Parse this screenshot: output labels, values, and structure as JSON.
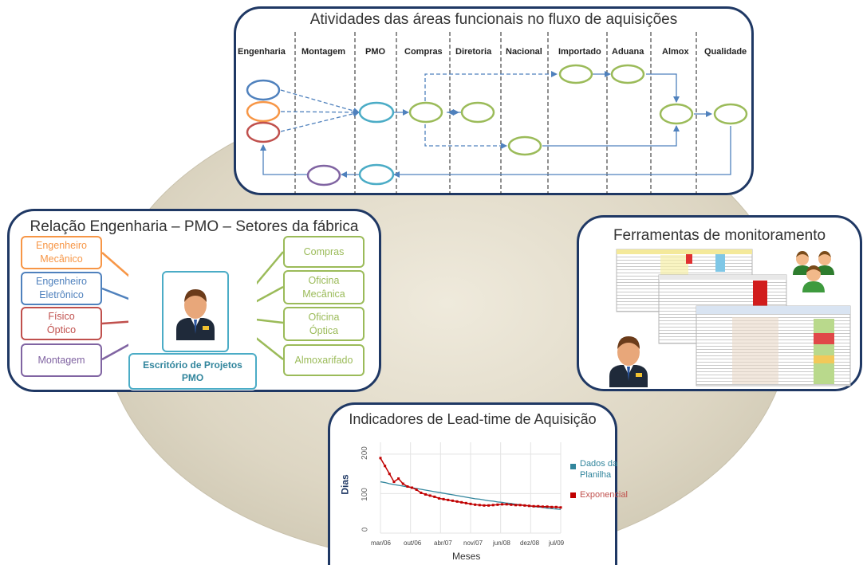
{
  "process_panel": {
    "title": "Atividades das áreas funcionais no fluxo de aquisições",
    "lanes": [
      "Engenharia",
      "Montagem",
      "PMO",
      "Compras",
      "Diretoria",
      "Nacional",
      "Importado",
      "Aduana",
      "Almox",
      "Qualidade"
    ]
  },
  "relation_panel": {
    "title": "Relação Engenharia – PMO –  Setores da fábrica",
    "left_boxes": [
      "Engenheiro\nMecânico",
      "Engenheiro\nEletrônico",
      "Físico\nÓptico",
      "Montagem"
    ],
    "center_label": "Escritório de Projetos\nPMO",
    "right_boxes": [
      "Compras",
      "Oficina\nMecânica",
      "Oficina\nÓptica",
      "Almoxarifado"
    ]
  },
  "tools_panel": {
    "title": "Ferramentas de monitoramento"
  },
  "leadtime_panel": {
    "title": "Indicadores de Lead-time de Aquisição",
    "ylabel": "Dias",
    "xlabel": "Meses",
    "yticks": [
      "0",
      "100",
      "200"
    ],
    "xticks": [
      "mar/06",
      "out/06",
      "abr/07",
      "nov/07",
      "jun/08",
      "dez/08",
      "jul/09"
    ],
    "legend": [
      "Dados da\nPlanilha",
      "Exponencial"
    ]
  },
  "colors": {
    "panel_border": "#1f3864",
    "blue": "#4f81bd",
    "orange": "#f79646",
    "red": "#c0504d",
    "purple": "#8064a2",
    "teal": "#4bacc6",
    "green": "#9bbb59",
    "trend": "#31859c",
    "data": "#c00000"
  },
  "chart_data": {
    "type": "line",
    "x": [
      "mar/06",
      "abr/06",
      "mai/06",
      "jun/06",
      "jul/06",
      "ago/06",
      "set/06",
      "out/06",
      "nov/06",
      "dez/06",
      "jan/07",
      "fev/07",
      "mar/07",
      "abr/07",
      "mai/07",
      "jun/07",
      "jul/07",
      "ago/07",
      "set/07",
      "out/07",
      "nov/07",
      "dez/07",
      "jan/08",
      "fev/08",
      "mar/08",
      "abr/08",
      "mai/08",
      "jun/08",
      "jul/08",
      "ago/08",
      "set/08",
      "out/08",
      "nov/08",
      "dez/08",
      "jan/09",
      "fev/09",
      "mar/09",
      "abr/09",
      "mai/09",
      "jun/09",
      "jul/09"
    ],
    "series": [
      {
        "name": "Dados da Planilha",
        "values": [
          130,
          128,
          125,
          123,
          121,
          119,
          117,
          115,
          113,
          111,
          109,
          107,
          105,
          103,
          101,
          99,
          97,
          95,
          93,
          91,
          89,
          87,
          86,
          84,
          82,
          81,
          79,
          78,
          76,
          75,
          73,
          72,
          70,
          69,
          67,
          66,
          65,
          63,
          62,
          61,
          60
        ]
      },
      {
        "name": "Exponencial",
        "values": [
          190,
          170,
          150,
          130,
          138,
          125,
          118,
          115,
          110,
          102,
          98,
          95,
          92,
          88,
          86,
          84,
          82,
          80,
          78,
          76,
          74,
          72,
          71,
          70,
          70,
          71,
          72,
          73,
          73,
          72,
          71,
          71,
          70,
          69,
          68,
          68,
          67,
          67,
          66,
          66,
          65
        ]
      }
    ],
    "ylim": [
      0,
      230
    ],
    "ylabel": "Dias",
    "xlabel": "Meses"
  }
}
